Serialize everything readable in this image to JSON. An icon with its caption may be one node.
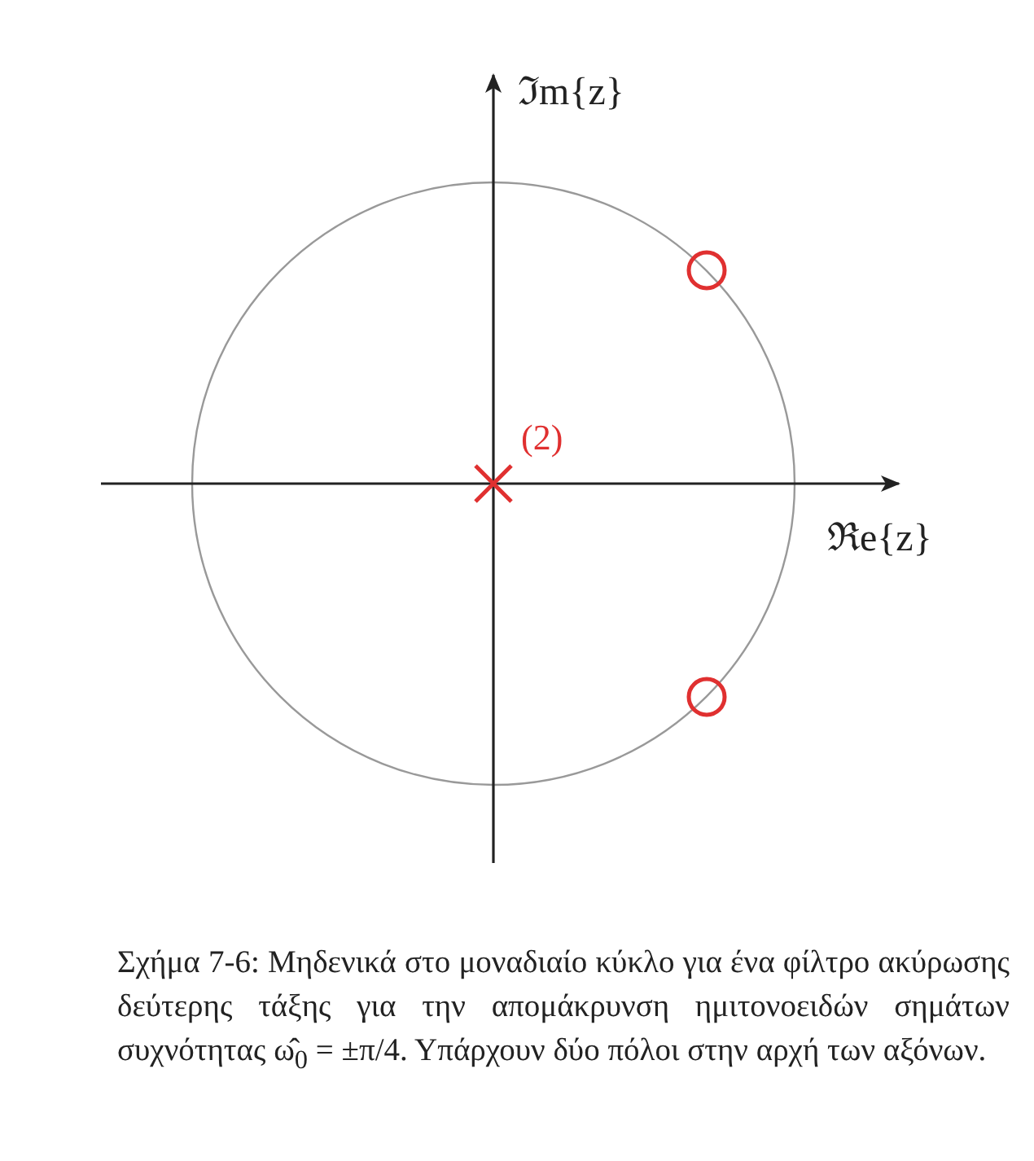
{
  "diagram": {
    "caption": "Σχήμα 7-6: Μηδενικά στο μοναδιαίο κύκλο για ένα φίλτρο ακύρωσης δεύτερης τάξης για την απομάκρυνση ημιτονοειδών σημάτων συχνότητας ω̂$_{0}$ = ±π/4. Υπάρχουν δύο πόλοι στην αρχή των αξόνων.",
    "labels": [
      "ℑm{z}",
      "(2)",
      "ℜe{z}"
    ]
  }
}
